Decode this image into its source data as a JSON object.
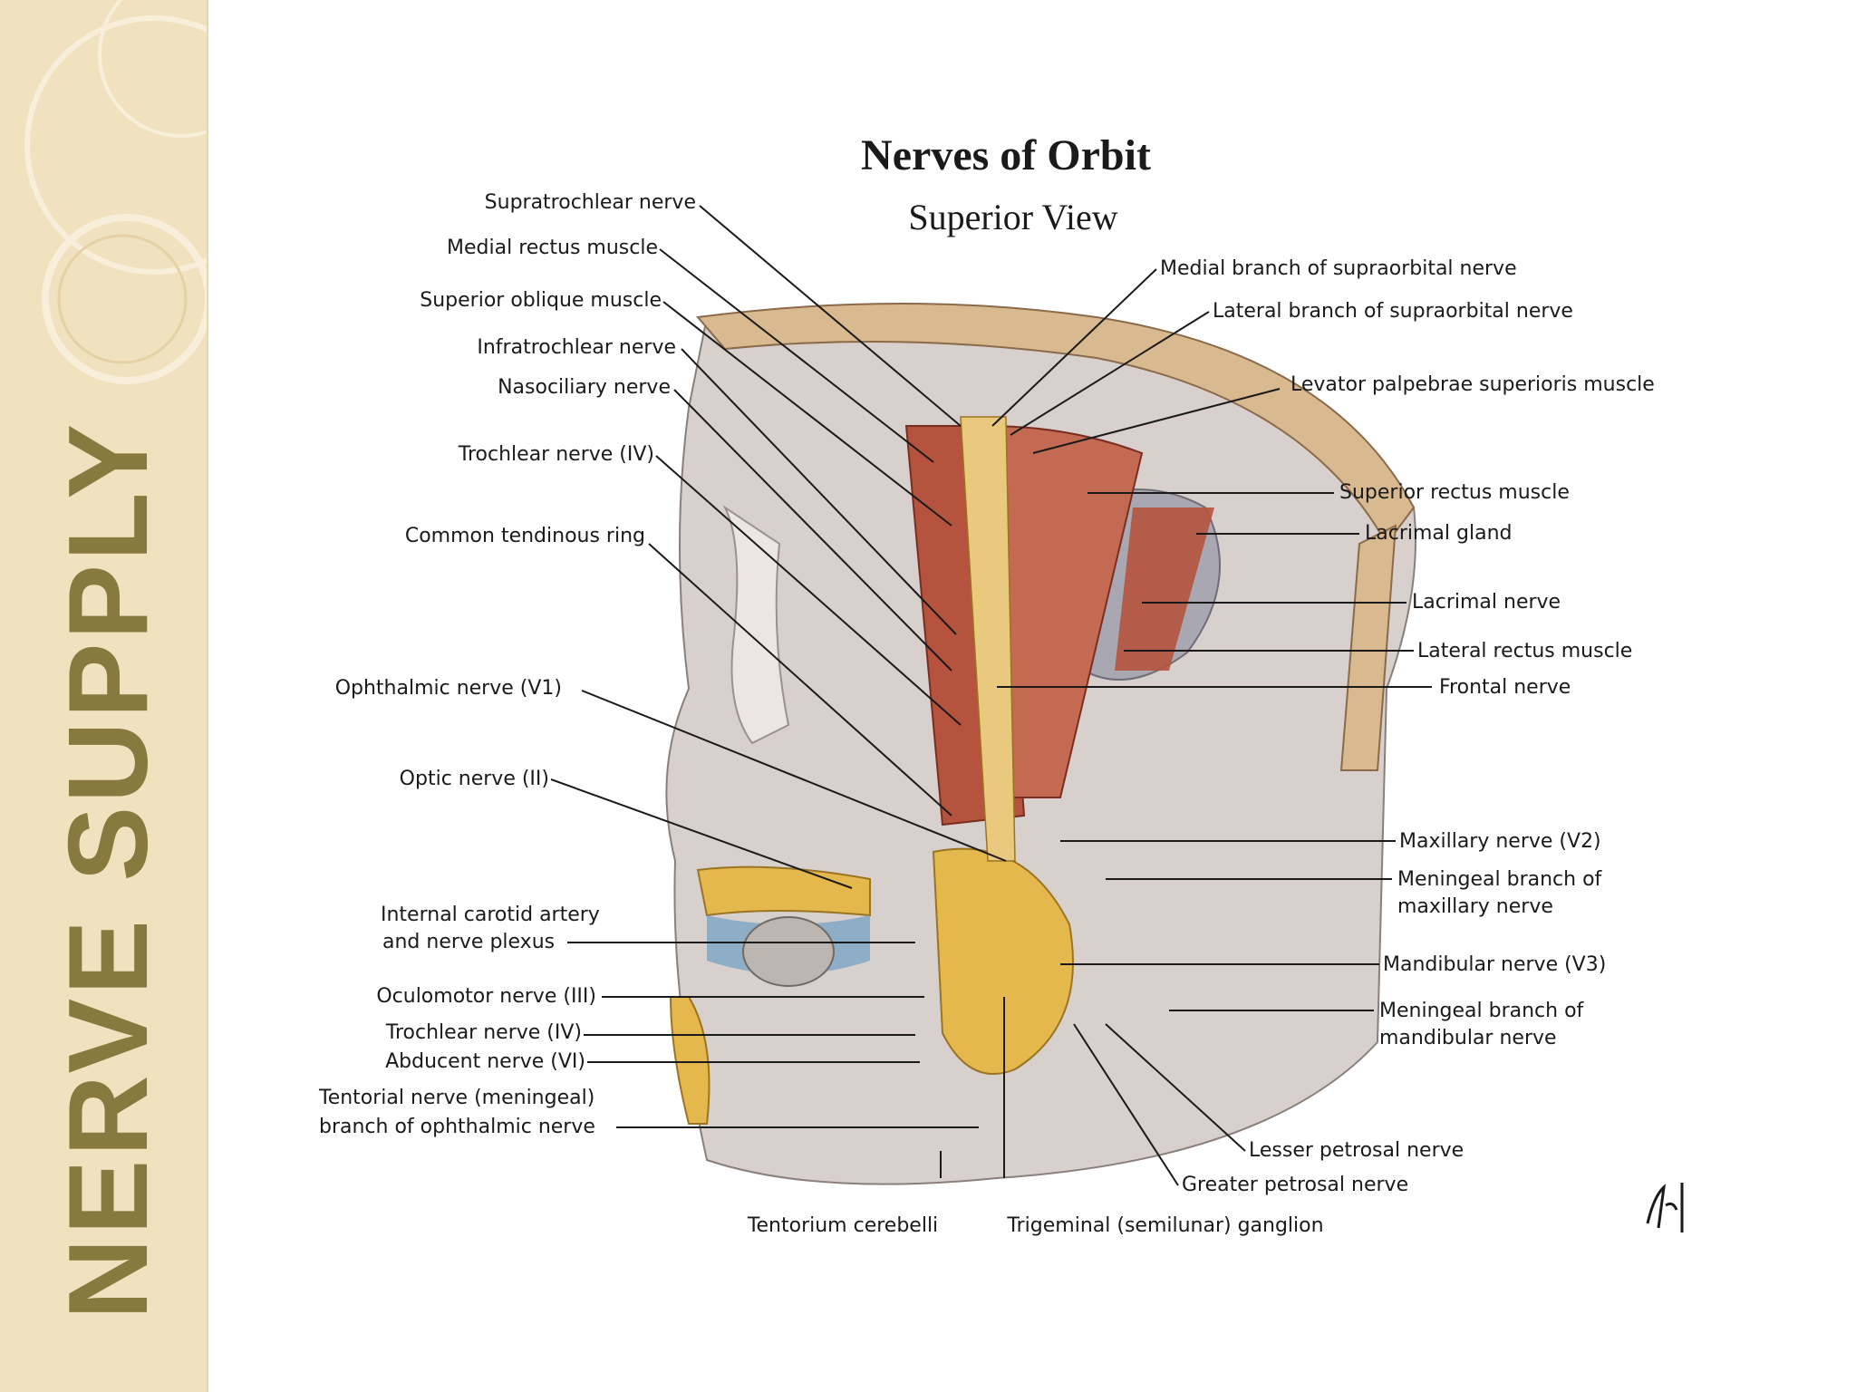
{
  "slide": {
    "side_title": "NERVE SUPPLY",
    "colors": {
      "sidebar_bg": "#f1e2bf",
      "sidebar_text": "#887a3f",
      "slide_bg": "#ffffff"
    }
  },
  "figure": {
    "title": "Nerves of Orbit",
    "subtitle": "Superior View",
    "labels_left": {
      "supratrochlear": "Supratrochlear nerve",
      "medial_rectus": "Medial rectus muscle",
      "superior_oblique": "Superior oblique muscle",
      "infratrochlear": "Infratrochlear nerve",
      "nasociliary": "Nasociliary nerve",
      "trochlear_top": "Trochlear nerve (IV)",
      "common_ring": "Common tendinous ring",
      "ophthalmic": "Ophthalmic nerve (V1)",
      "optic": "Optic nerve (II)",
      "carotid_1": "Internal carotid artery",
      "carotid_2": "and nerve plexus",
      "oculomotor": "Oculomotor nerve (III)",
      "trochlear_bottom": "Trochlear nerve (IV)",
      "abducent": "Abducent nerve (VI)",
      "tentorial_1": "Tentorial nerve (meningeal)",
      "tentorial_2": "branch of ophthalmic nerve"
    },
    "labels_right": {
      "medial_branch": "Medial branch of supraorbital nerve",
      "lateral_branch": "Lateral branch of supraorbital nerve",
      "levator": "Levator palpebrae superioris muscle",
      "superior_rectus": "Superior rectus muscle",
      "lacrimal_gland": "Lacrimal gland",
      "lacrimal_nerve": "Lacrimal nerve",
      "lateral_rectus": "Lateral rectus muscle",
      "frontal": "Frontal nerve",
      "maxillary": "Maxillary nerve (V2)",
      "mening_max_1": "Meningeal branch of",
      "mening_max_2": "maxillary nerve",
      "mandibular": "Mandibular nerve (V3)",
      "mening_mand_1": "Meningeal branch of",
      "mening_mand_2": "mandibular nerve",
      "lesser_petrosal": "Lesser petrosal nerve",
      "greater_petrosal": "Greater petrosal nerve"
    },
    "labels_bottom": {
      "tentorium": "Tentorium cerebelli",
      "trigeminal": "Trigeminal (semilunar) ganglion"
    }
  }
}
